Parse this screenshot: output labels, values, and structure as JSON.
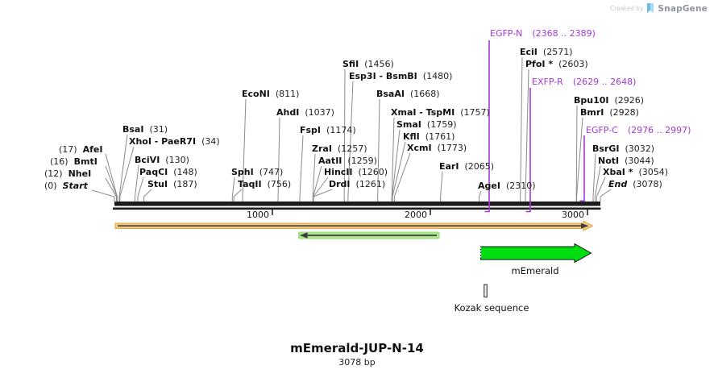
{
  "header": {
    "created_by": "Created by",
    "brand": "SnapGene"
  },
  "plasmid": {
    "title": "mEmerald-JUP-N-14",
    "length": "3078 bp"
  },
  "scale": {
    "ticks": [
      "1000",
      "2000",
      "3000"
    ]
  },
  "features": {
    "memerald": "mEmerald",
    "kozak": "Kozak sequence"
  },
  "colors": {
    "primer_purple": "#A238D8",
    "backbone_arrow": "#F5C97E",
    "reverse_arrow": "#ACE68E",
    "memerald_green": "#00DE12"
  },
  "sites": [
    {
      "name": "Start",
      "pos": "(0)"
    },
    {
      "name": "NheI",
      "pos": "(12)"
    },
    {
      "name": "BmtI",
      "pos": "(16)"
    },
    {
      "name": "AfeI",
      "pos": "(17)"
    },
    {
      "name": "BsaI",
      "pos": "(31)"
    },
    {
      "name": "XhoI - PaeR7I",
      "pos": "(34)"
    },
    {
      "name": "BciVI",
      "pos": "(130)"
    },
    {
      "name": "PaqCI",
      "pos": "(148)"
    },
    {
      "name": "StuI",
      "pos": "(187)"
    },
    {
      "name": "SphI",
      "pos": "(747)"
    },
    {
      "name": "TaqII",
      "pos": "(756)"
    },
    {
      "name": "EcoNI",
      "pos": "(811)"
    },
    {
      "name": "AhdI",
      "pos": "(1037)"
    },
    {
      "name": "FspI",
      "pos": "(1174)"
    },
    {
      "name": "ZraI",
      "pos": "(1257)"
    },
    {
      "name": "AatII",
      "pos": "(1259)"
    },
    {
      "name": "HincII",
      "pos": "(1260)"
    },
    {
      "name": "DrdI",
      "pos": "(1261)"
    },
    {
      "name": "SfiI",
      "pos": "(1456)"
    },
    {
      "name": "Esp3I - BsmBI",
      "pos": "(1480)"
    },
    {
      "name": "BsaAI",
      "pos": "(1668)"
    },
    {
      "name": "XmaI - TspMI",
      "pos": "(1757)"
    },
    {
      "name": "SmaI",
      "pos": "(1759)"
    },
    {
      "name": "KflI",
      "pos": "(1761)"
    },
    {
      "name": "XcmI",
      "pos": "(1773)"
    },
    {
      "name": "EarI",
      "pos": "(2065)"
    },
    {
      "name": "AgeI",
      "pos": "(2310)"
    },
    {
      "name": "EciI",
      "pos": "(2571)"
    },
    {
      "name": "PfoI *",
      "pos": "(2603)"
    },
    {
      "name": "Bpu10I",
      "pos": "(2926)"
    },
    {
      "name": "BmrI",
      "pos": "(2928)"
    },
    {
      "name": "BsrGI",
      "pos": "(3032)"
    },
    {
      "name": "NotI",
      "pos": "(3044)"
    },
    {
      "name": "XbaI *",
      "pos": "(3054)"
    },
    {
      "name": "End",
      "pos": "(3078)"
    }
  ],
  "primers": [
    {
      "name": "EGFP-N",
      "range": "(2368 .. 2389)"
    },
    {
      "name": "EXFP-R",
      "range": "(2629 .. 2648)"
    },
    {
      "name": "EGFP-C",
      "range": "(2976 .. 2997)"
    }
  ]
}
